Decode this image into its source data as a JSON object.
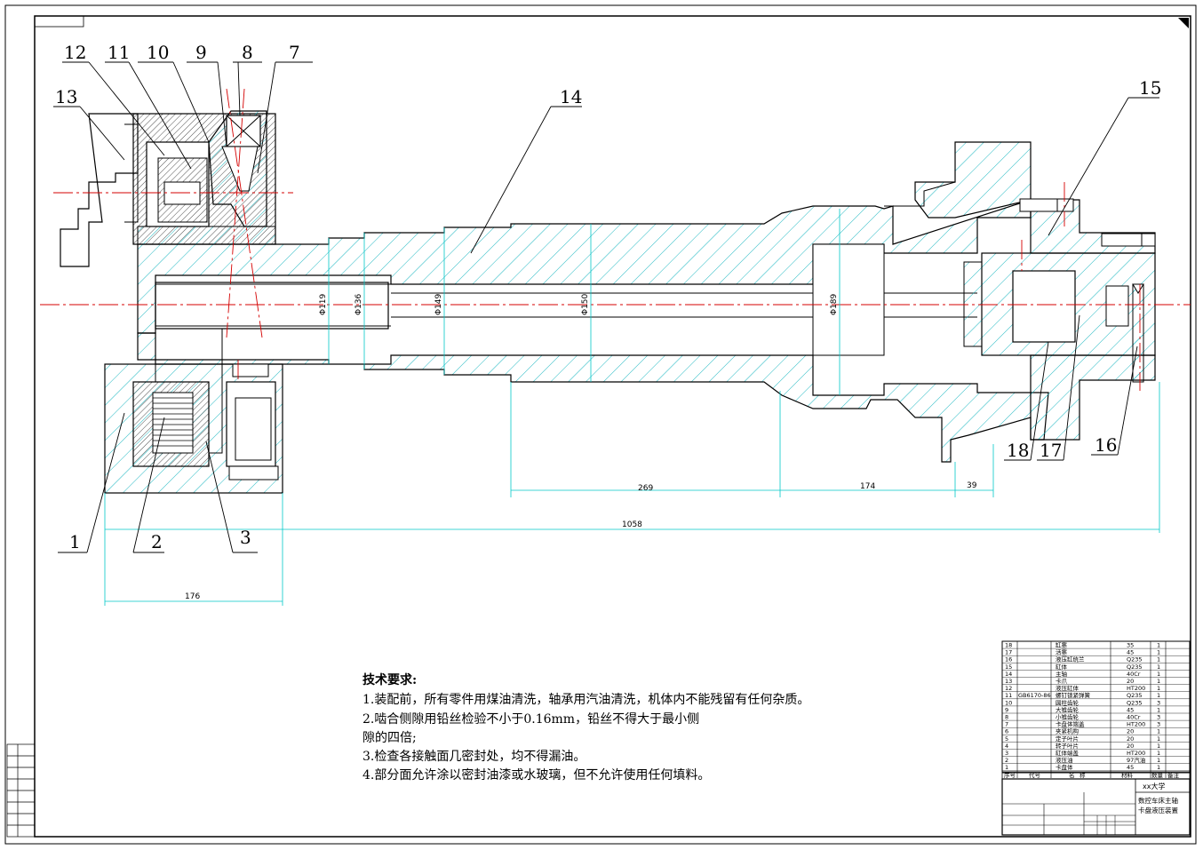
{
  "part_labels": [
    "12",
    "11",
    "10",
    "9",
    "8",
    "7",
    "13",
    "14",
    "15",
    "1",
    "2",
    "3",
    "18",
    "17",
    "16"
  ],
  "dimensions": {
    "d1": "269",
    "d2": "174",
    "d3": "39",
    "total": "1058",
    "left": "176",
    "dia1": "Φ119",
    "dia2": "Φ136",
    "dia3": "Φ149",
    "dia4": "Φ150",
    "dia5": "Φ189"
  },
  "notes": {
    "title": "技术要求:",
    "line1": "1.装配前，所有零件用煤油清洗，轴承用汽油清洗，机体内不能残留有任何杂质。",
    "line2": "2.啮合侧隙用铅丝检验不小于0.16mm，铅丝不得大于最小侧",
    "line3": "隙的四倍;",
    "line4": "3.检查各接触面几密封处，均不得漏油。",
    "line5": "4.部分面允许涂以密封油漆或水玻璃，但不允许使用任何填料。"
  },
  "bom": {
    "rows": [
      {
        "no": "18",
        "code": "",
        "name": "缸塞",
        "material": "35",
        "qty": "1"
      },
      {
        "no": "17",
        "code": "",
        "name": "活塞",
        "material": "45",
        "qty": "1"
      },
      {
        "no": "16",
        "code": "",
        "name": "液压缸统兰",
        "material": "Q235",
        "qty": "1"
      },
      {
        "no": "15",
        "code": "",
        "name": "缸体",
        "material": "Q235",
        "qty": "1"
      },
      {
        "no": "14",
        "code": "",
        "name": "主轴",
        "material": "40Cr",
        "qty": "1"
      },
      {
        "no": "13",
        "code": "",
        "name": "卡爪",
        "material": "20",
        "qty": "1"
      },
      {
        "no": "12",
        "code": "",
        "name": "液压缸体",
        "material": "HT200",
        "qty": "1"
      },
      {
        "no": "11",
        "code": "GB6170-86",
        "name": "螺钉锁紧弹簧",
        "material": "Q235",
        "qty": "1"
      },
      {
        "no": "10",
        "code": "",
        "name": "圆柱齿轮",
        "material": "Q235",
        "qty": "3"
      },
      {
        "no": "9",
        "code": "",
        "name": "大锥齿轮",
        "material": "45",
        "qty": "1"
      },
      {
        "no": "8",
        "code": "",
        "name": "小锥齿轮",
        "material": "40Cr",
        "qty": "3"
      },
      {
        "no": "7",
        "code": "",
        "name": "卡盘体端盖",
        "material": "HT200",
        "qty": "3"
      },
      {
        "no": "6",
        "code": "",
        "name": "夹紧机构",
        "material": "20",
        "qty": "1"
      },
      {
        "no": "5",
        "code": "",
        "name": "定子叶片",
        "material": "20",
        "qty": "1"
      },
      {
        "no": "4",
        "code": "",
        "name": "转子叶片",
        "material": "20",
        "qty": "1"
      },
      {
        "no": "3",
        "code": "",
        "name": "缸体端盖",
        "material": "HT200",
        "qty": "1"
      },
      {
        "no": "2",
        "code": "",
        "name": "液压油",
        "material": "97汽油",
        "qty": "1"
      },
      {
        "no": "1",
        "code": "",
        "name": "卡盘体",
        "material": "45",
        "qty": "1"
      }
    ],
    "header": {
      "no": "序号",
      "code": "代号",
      "name": "名",
      "name2": "称",
      "material": "材料",
      "qty": "数量",
      "remark": "备注"
    }
  },
  "title_block": {
    "university": "xx大学",
    "title1": "数控车床主轴",
    "title2": "卡盘液压装置"
  },
  "colors": {
    "hatch": "#1fb8c2",
    "dim": "#00c8c8",
    "center": "#d40000",
    "outline": "#000000",
    "thin": "#1a1aa0",
    "tb_green": "#00a000"
  }
}
